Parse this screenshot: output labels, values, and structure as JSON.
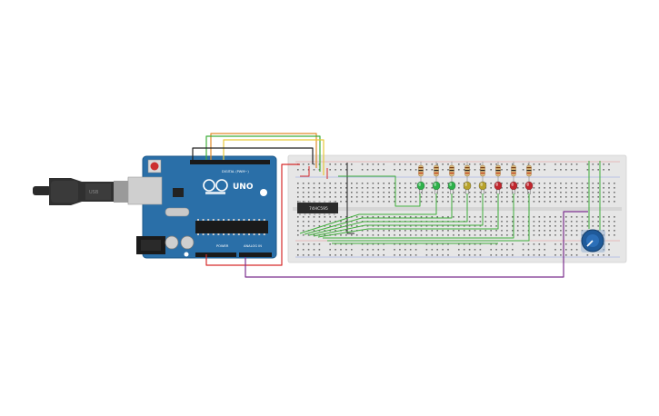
{
  "arduino": {
    "brand": "UNO",
    "digital_label": "DIGITAL (PWM~)",
    "power_label": "POWER",
    "analog_label": "ANALOG IN",
    "board_color": "#2a6fa8"
  },
  "chip": {
    "part": "74HC595"
  },
  "usb_cable": {
    "label": "USB"
  },
  "leds": [
    {
      "color": "green"
    },
    {
      "color": "green"
    },
    {
      "color": "green"
    },
    {
      "color": "yellow"
    },
    {
      "color": "yellow"
    },
    {
      "color": "red"
    },
    {
      "color": "red"
    },
    {
      "color": "red"
    }
  ],
  "colors": {
    "green_led": "#2db14a",
    "yellow_led": "#b7a22a",
    "red_led": "#c0262d",
    "wire_green": "#3fae3a",
    "wire_red": "#d62b2b",
    "wire_black": "#222222",
    "wire_purple": "#7b2f8e",
    "wire_yellow": "#e8c93a",
    "wire_orange": "#e08a2a",
    "breadboard": "#e6e6e6",
    "potentiometer": "#1f5a9a"
  }
}
